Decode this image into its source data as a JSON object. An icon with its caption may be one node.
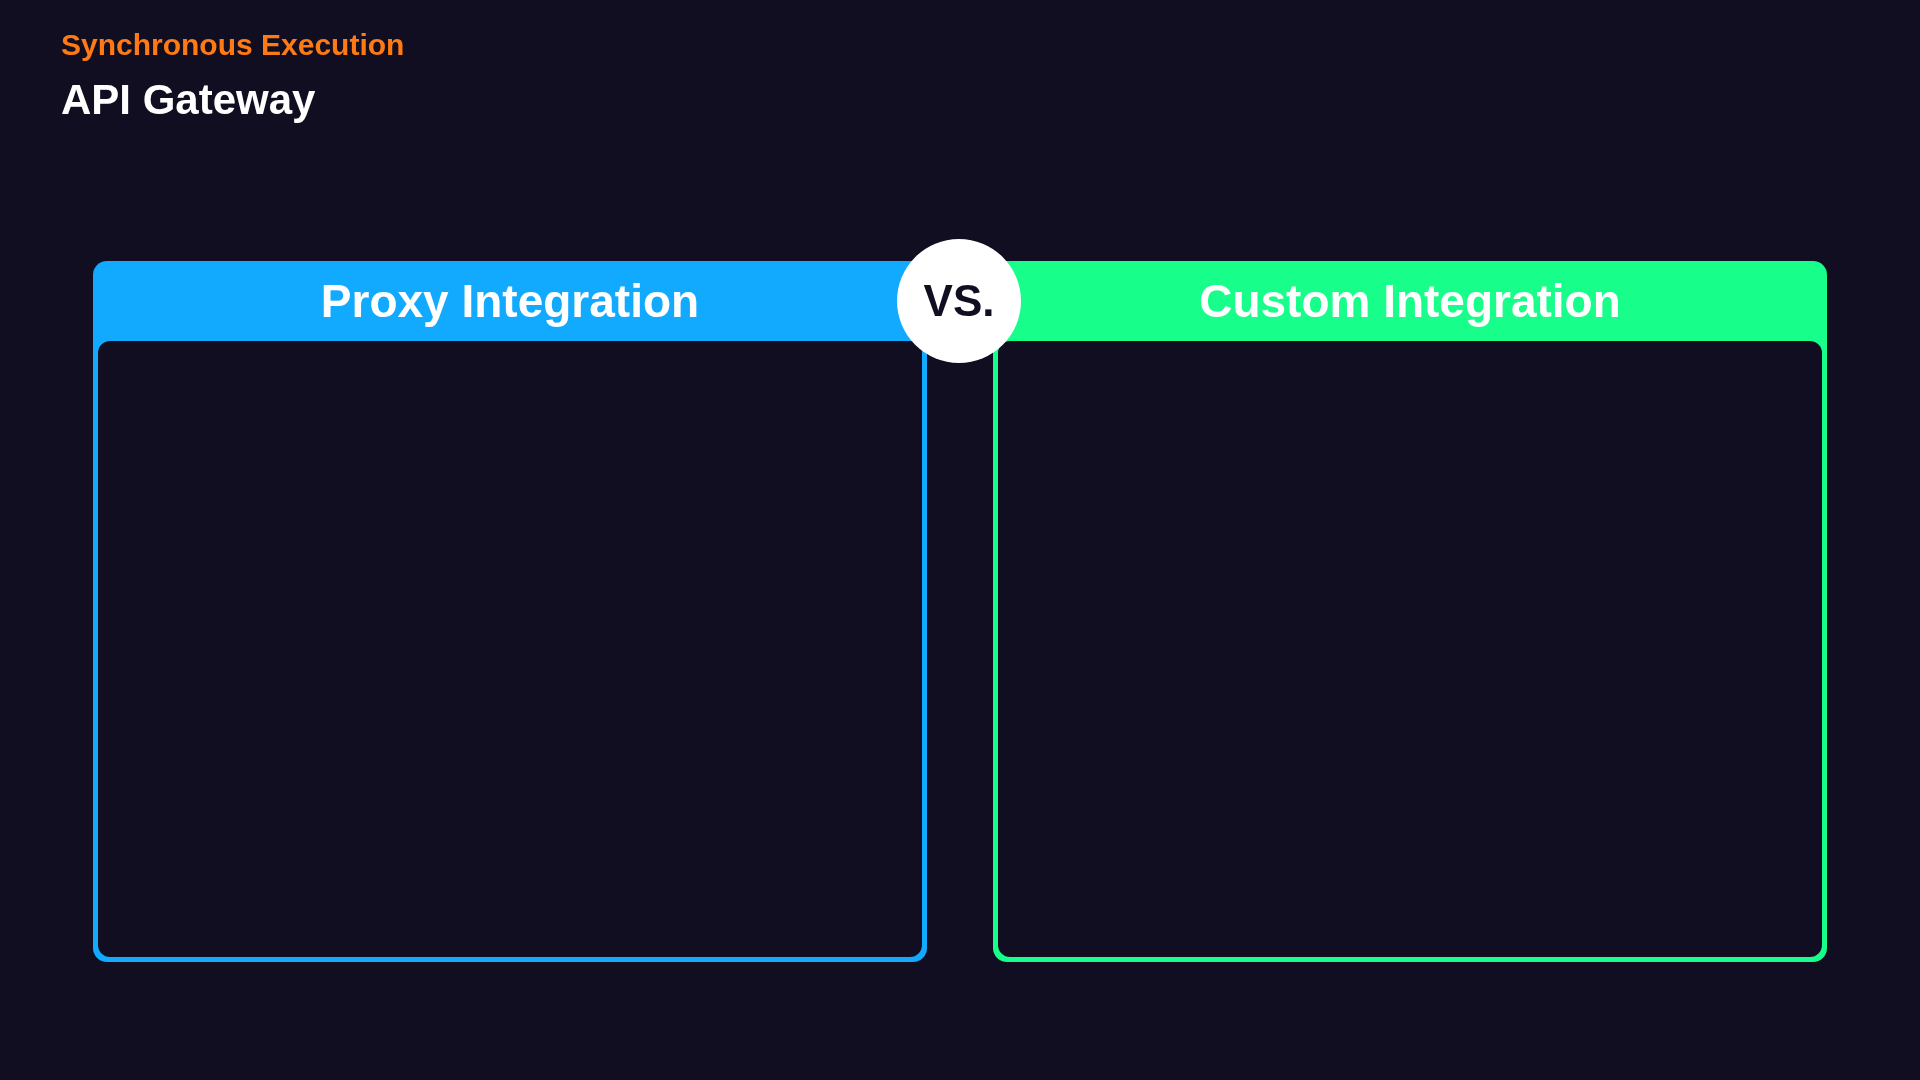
{
  "diagram": {
    "title": "API Gateway",
    "nodes": [
      {
        "text": [
          "Proxy Integration"
        ]
      },
      {
        "text": [
          "VS."
        ]
      },
      {
        "text": [
          "Custom Integration"
        ]
      }
    ],
    "labels": [
      "Synchronous Execution"
    ]
  }
}
